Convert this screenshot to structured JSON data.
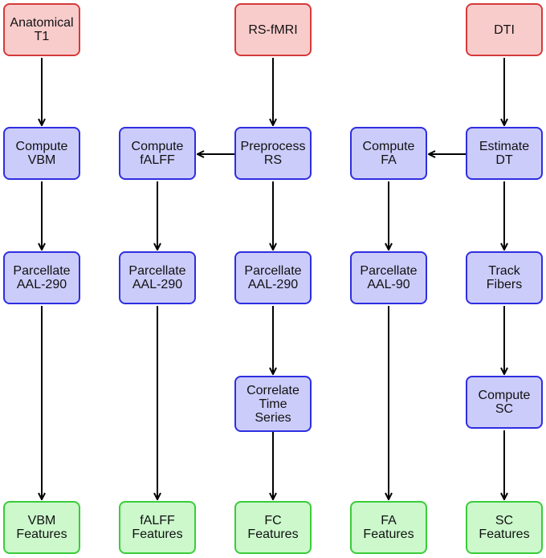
{
  "colors": {
    "input_fill": "#f9cccc",
    "input_border": "#d63a3a",
    "process_fill": "#ccccfb",
    "process_border": "#2e2ee0",
    "output_fill": "#ccf8cc",
    "output_border": "#3acc3a",
    "arrow": "#000000"
  },
  "nodes": {
    "anatomical_t1": "Anatomical\nT1",
    "rs_fmri": "RS-fMRI",
    "dti": "DTI",
    "compute_vbm": "Compute\nVBM",
    "compute_falff": "Compute\nfALFF",
    "preprocess_rs": "Preprocess\nRS",
    "compute_fa": "Compute\nFA",
    "estimate_dt": "Estimate\nDT",
    "parcellate_1": "Parcellate\nAAL-290",
    "parcellate_2": "Parcellate\nAAL-290",
    "parcellate_3": "Parcellate\nAAL-290",
    "parcellate_4": "Parcellate\nAAL-90",
    "track_fibers": "Track\nFibers",
    "correlate_ts": "Correlate\nTime\nSeries",
    "compute_sc": "Compute\nSC",
    "vbm_features": "VBM\nFeatures",
    "falff_features": "fALFF\nFeatures",
    "fc_features": "FC\nFeatures",
    "fa_features": "FA\nFeatures",
    "sc_features": "SC\nFeatures"
  }
}
